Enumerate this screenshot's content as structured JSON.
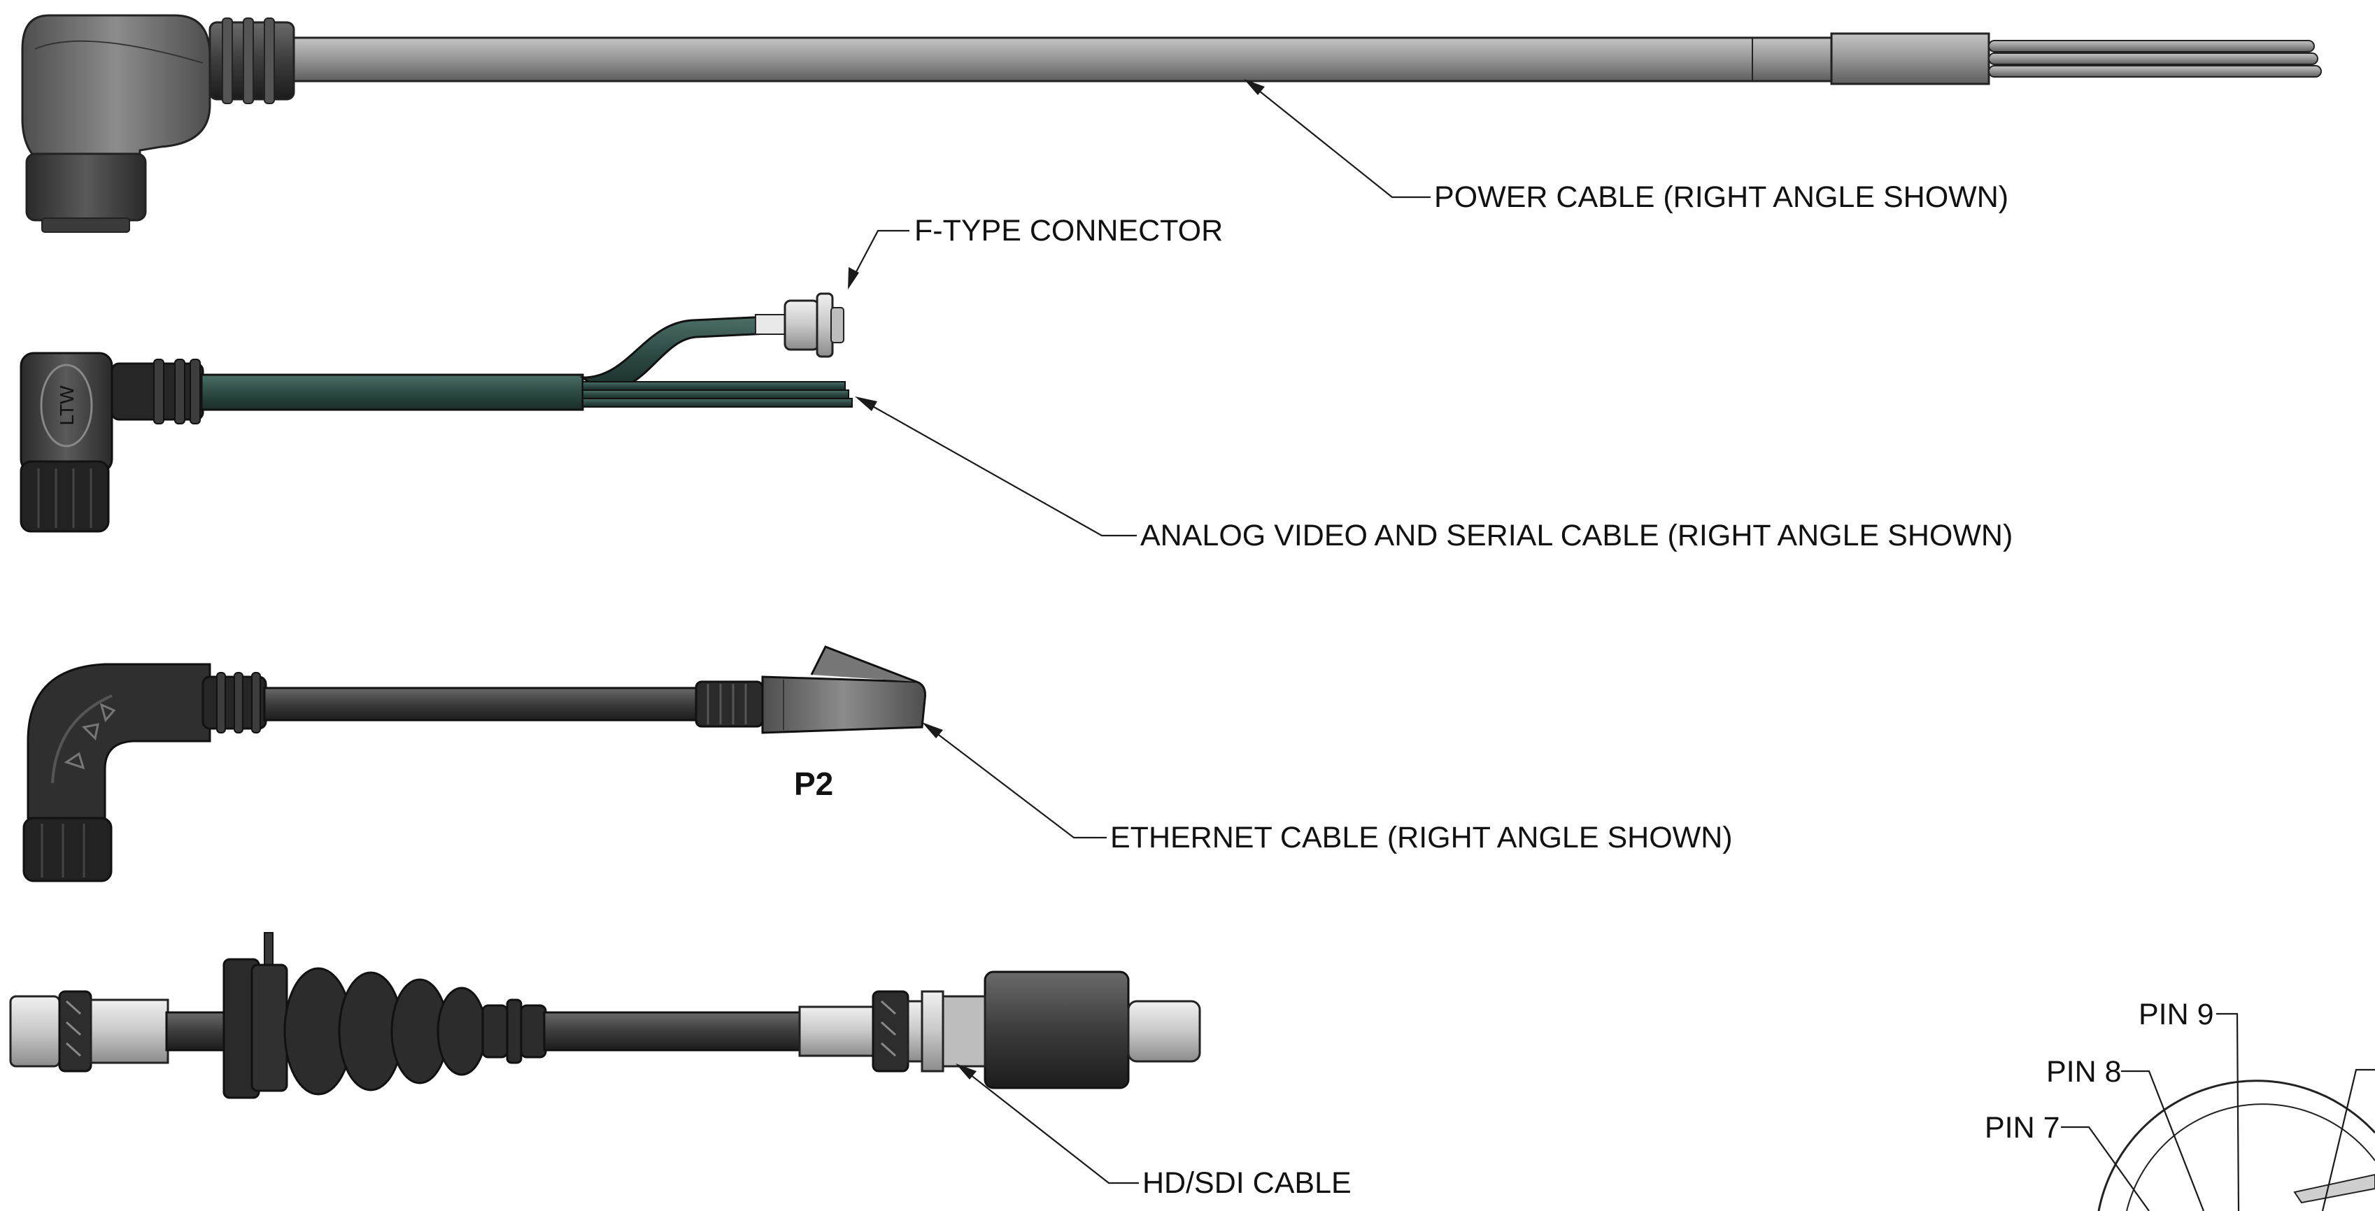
{
  "labels": {
    "power": "POWER CABLE (RIGHT ANGLE SHOWN)",
    "ftype": "F-TYPE CONNECTOR",
    "analog": "ANALOG VIDEO AND SERIAL CABLE (RIGHT ANGLE SHOWN)",
    "p2": "P2",
    "ethernet": "ETHERNET CABLE (RIGHT ANGLE SHOWN)",
    "hdsdi": "HD/SDI CABLE",
    "pin9": "PIN 9",
    "pin8": "PIN 8",
    "pin7": "PIN 7",
    "ltw_logo": "LTW"
  },
  "colors": {
    "cable_grey": "#8a8a8a",
    "cable_dark": "#2f2f2f",
    "cable_green": "#2d4a45",
    "connector_dark": "#3a3a3a",
    "leader": "#1a1a1a"
  }
}
